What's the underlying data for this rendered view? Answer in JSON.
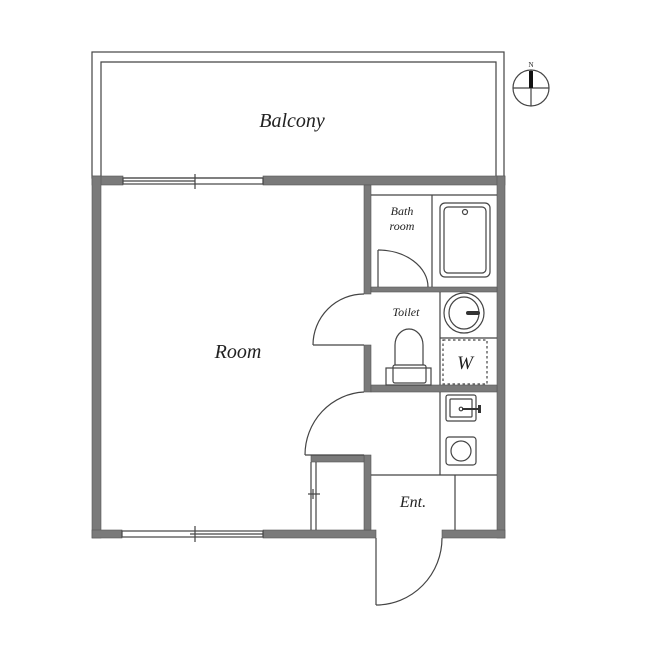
{
  "rooms": {
    "balcony": "Balcony",
    "room": "Room",
    "bathroom_line1": "Bath",
    "bathroom_line2": "room",
    "toilet": "Toilet",
    "washer": "W",
    "entrance": "Ent."
  },
  "compass": {
    "north_label": "N",
    "icon": "north-arrow-icon"
  },
  "colors": {
    "wall": "#7a7a7a",
    "line": "#444444",
    "background": "#ffffff"
  }
}
